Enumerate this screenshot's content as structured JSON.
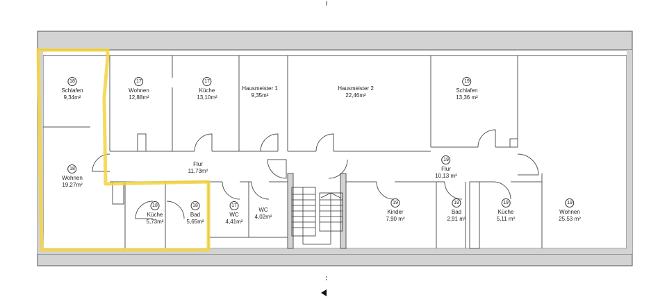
{
  "plan": {
    "highlight_color": "#f5d442",
    "wall_fill": "#d3d3d3",
    "wall_stroke": "#555555"
  },
  "rooms": [
    {
      "id": "schlafen-18",
      "unit": "18",
      "name": "Schlafen",
      "area": "9,34m²"
    },
    {
      "id": "wohnen-17",
      "unit": "17",
      "name": "Wohnen",
      "area": "12,88m²"
    },
    {
      "id": "kueche-17",
      "unit": "17",
      "name": "Küche",
      "area": "13,10m²"
    },
    {
      "id": "hausmeister-1",
      "unit": "",
      "name": "Hausmeister 1",
      "area": "9,35m²"
    },
    {
      "id": "hausmeister-2",
      "unit": "",
      "name": "Hausmeister 2",
      "area": "22,46m²"
    },
    {
      "id": "schlafen-19",
      "unit": "19",
      "name": "Schlafen",
      "area": "13,36 m²"
    },
    {
      "id": "flur-17",
      "unit": "",
      "name": "Flur",
      "area": "11,73m²"
    },
    {
      "id": "wohnen-18",
      "unit": "18",
      "name": "Wohnen",
      "area": "19,27m²"
    },
    {
      "id": "kueche-18",
      "unit": "18",
      "name": "Küche",
      "area": "5,73m²"
    },
    {
      "id": "bad-18",
      "unit": "18",
      "name": "Bad",
      "area": "5,65m²"
    },
    {
      "id": "wc-17",
      "unit": "17",
      "name": "WC",
      "area": "4,41m²"
    },
    {
      "id": "wc",
      "unit": "",
      "name": "WC",
      "area": "4,02m²"
    },
    {
      "id": "flur-19",
      "unit": "19",
      "name": "Flur",
      "area": "10,13 m²"
    },
    {
      "id": "kinder-19",
      "unit": "19",
      "name": "Kinder",
      "area": "7,90 m²"
    },
    {
      "id": "bad-19",
      "unit": "19",
      "name": "Bad",
      "area": "2,91 m²"
    },
    {
      "id": "kueche-19",
      "unit": "19",
      "name": "Küche",
      "area": "5,11 m²"
    },
    {
      "id": "wohnen-19",
      "unit": "19",
      "name": "Wohnen",
      "area": "25,53 m²"
    }
  ]
}
